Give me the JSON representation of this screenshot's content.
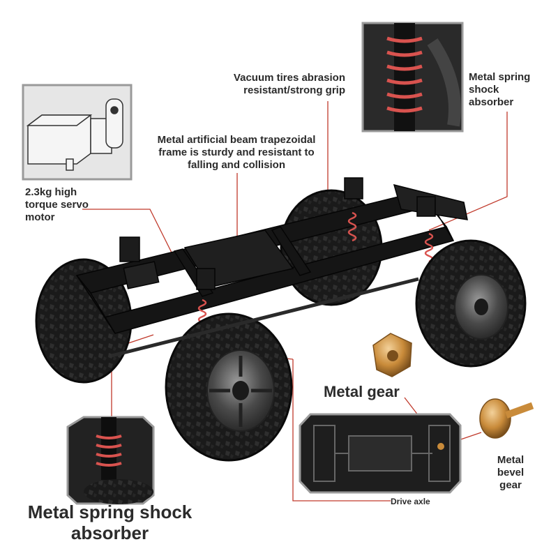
{
  "callouts": {
    "servo": {
      "line1": "2.3kg high",
      "line2": "torque servo",
      "line3": "motor"
    },
    "frame": {
      "line1": "Metal artificial beam trapezoidal",
      "line2": "frame is sturdy and resistant to",
      "line3": "falling and collision"
    },
    "tires": {
      "line1": "Vacuum tires abrasion",
      "line2": "resistant/strong grip"
    },
    "shock_top": {
      "line1": "Metal spring",
      "line2": "shock",
      "line3": "absorber"
    },
    "metal_gear": "Metal gear",
    "bevel_gear": {
      "line1": "Metal",
      "line2": "bevel",
      "line3": "gear"
    },
    "drive_axle": "Drive axle",
    "shock_bottom": {
      "line1": "Metal spring shock",
      "line2": "absorber"
    }
  },
  "colors": {
    "callout_line": "#c0392b",
    "chassis": "#151515",
    "tire": "#1a1a1a",
    "spring": "#d9534f",
    "gear": "#c98b3a",
    "inset_border": "#9a9a9a"
  }
}
